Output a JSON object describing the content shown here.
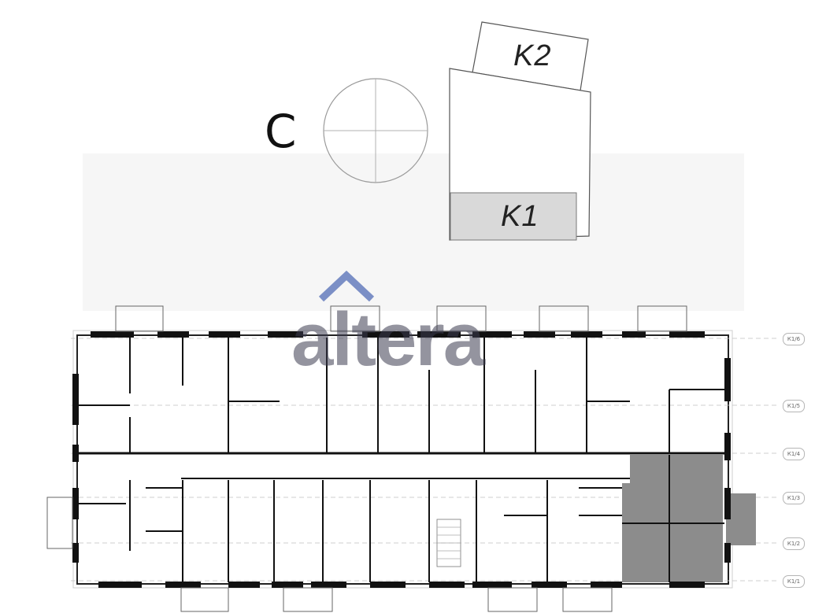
{
  "site_plan": {
    "buildings": [
      {
        "id": "k2",
        "label": "K2",
        "highlighted": false
      },
      {
        "id": "k1",
        "label": "K1",
        "highlighted": true
      }
    ],
    "highlight_color": "#d9d9d9"
  },
  "compass": {
    "north_letter": "C"
  },
  "watermark": {
    "text": "altera",
    "color": "#3c3c50"
  },
  "floor_plan": {
    "axes": [
      "К1/6",
      "К1/5",
      "К1/4",
      "К1/3",
      "К1/2",
      "К1/1"
    ],
    "selected_unit_color": "#8c8c8c",
    "wall_color": "#111111"
  }
}
